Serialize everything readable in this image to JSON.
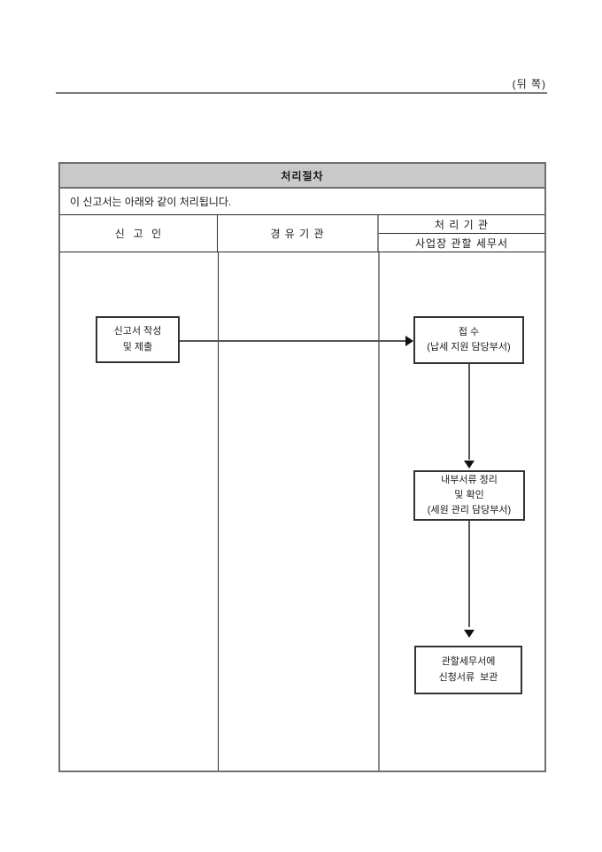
{
  "page": {
    "corner_note": "(뒤 쪽)"
  },
  "table": {
    "title": "처리절차",
    "intro": "이 신고서는 아래와 같이 처리됩니다.",
    "columns": {
      "reporter": "신  고  인",
      "via_agency": "경 유 기 관",
      "processing_agency": "처 리 기 관",
      "processing_agency_sub": "사업장 관할 세무서"
    }
  },
  "flowchart": {
    "box_prepare": {
      "lines": [
        "신고서 작성",
        "및 제출"
      ]
    },
    "box_receipt": {
      "lines": [
        "접 수",
        "(납세 지원 담당부서)"
      ]
    },
    "box_organize": {
      "lines": [
        "내부서류 정리",
        "및 확인",
        "(세원 관리 담당부서)"
      ]
    },
    "box_archive": {
      "lines": [
        "관할세무서에",
        "신청서류  보관"
      ]
    }
  },
  "colors": {
    "title_band_background": "#c9c9c9",
    "outer_border": "#6f6f6f",
    "inner_border": "#2a2a2a",
    "box_border": "#333333",
    "arrow": "#555555"
  }
}
